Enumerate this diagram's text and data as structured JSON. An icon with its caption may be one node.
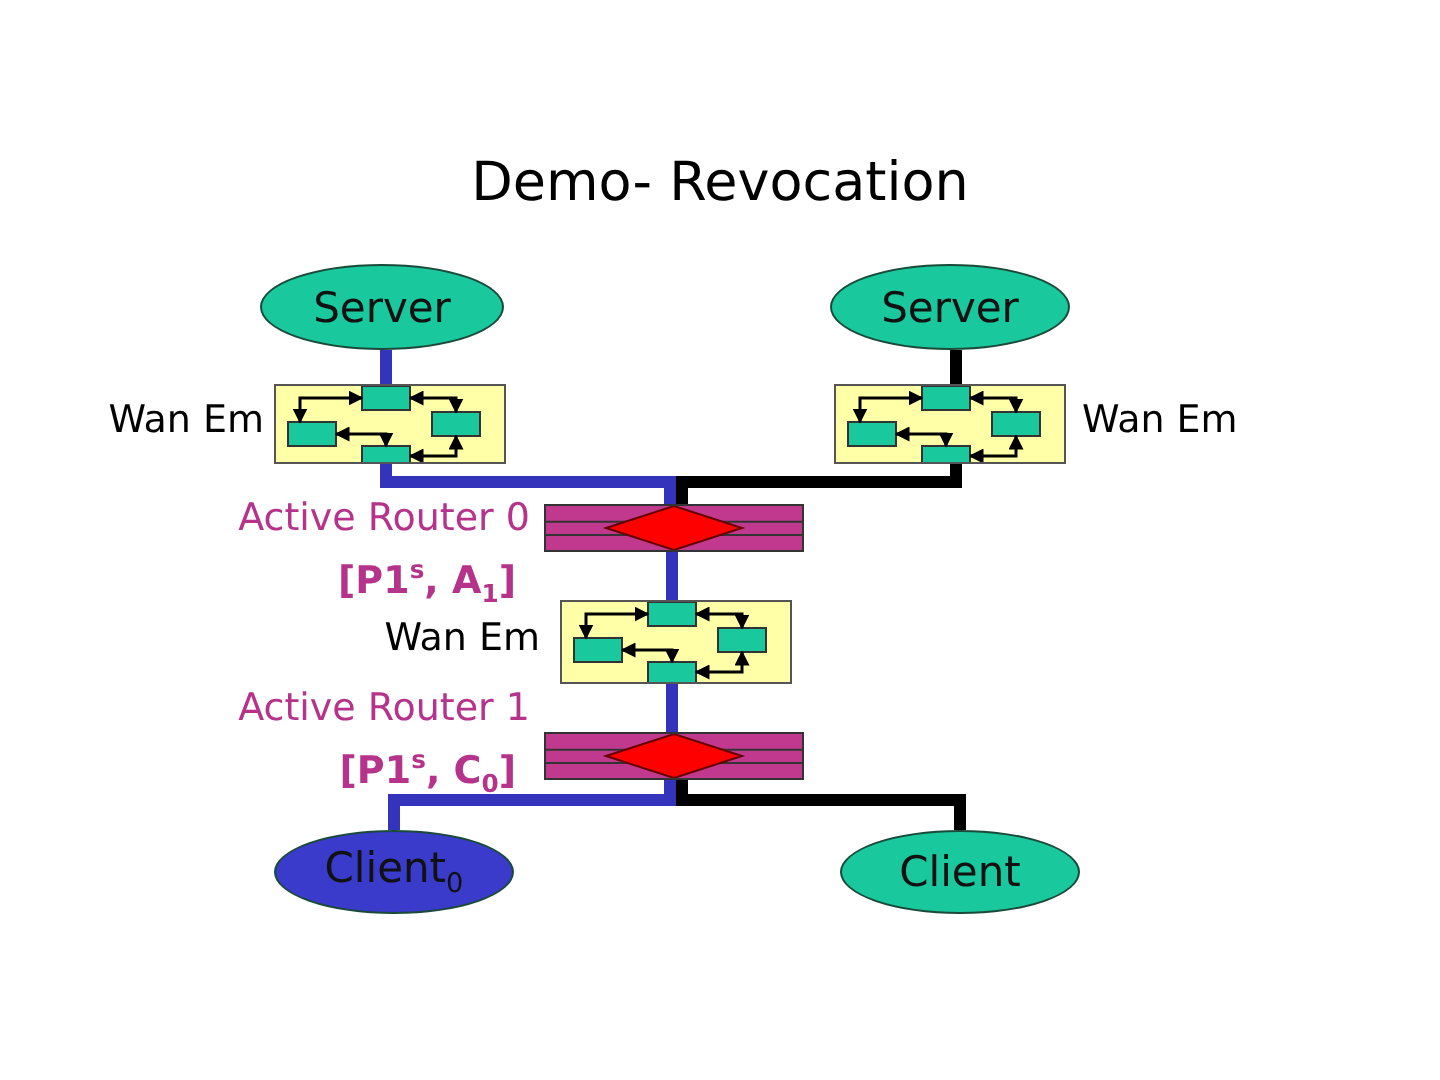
{
  "diagram": {
    "title": "Demo- Revocation",
    "nodes": [
      {
        "text": [
          "Server"
        ]
      },
      {
        "text": [
          "Server"
        ]
      },
      {
        "text": [],
        "shape": "box",
        "beside": [
          "Wan Em"
        ]
      },
      {
        "text": [],
        "shape": "box",
        "beside": [
          "Wan Em"
        ]
      },
      {
        "text": [],
        "shape": "bar",
        "beside": [
          "Active Router 0",
          "[P1$^{s}$, A$_{1}$]"
        ]
      },
      {
        "text": [],
        "shape": "box",
        "beside": [
          "Wan Em"
        ]
      },
      {
        "text": [],
        "shape": "bar",
        "beside": [
          "Active Router 1",
          "[P1$^{s}$, C$_{0}$]"
        ]
      },
      {
        "text": [
          "Client$_{0}$"
        ]
      },
      {
        "text": [
          "Client"
        ]
      }
    ],
    "edges": [
      {
        "from": 0,
        "to": 2,
        "arrow": "none"
      },
      {
        "from": 1,
        "to": 3,
        "arrow": "none",
        "color": "#000000"
      },
      {
        "from": 2,
        "to": 4,
        "arrow": "none"
      },
      {
        "from": 3,
        "to": 4,
        "arrow": "none",
        "color": "#000000"
      },
      {
        "from": 4,
        "to": 5,
        "arrow": "none"
      },
      {
        "from": 5,
        "to": 6,
        "arrow": "none"
      },
      {
        "from": 6,
        "to": 7,
        "arrow": "none"
      },
      {
        "from": 6,
        "to": 8,
        "arrow": "none",
        "color": "#000000"
      }
    ]
  }
}
